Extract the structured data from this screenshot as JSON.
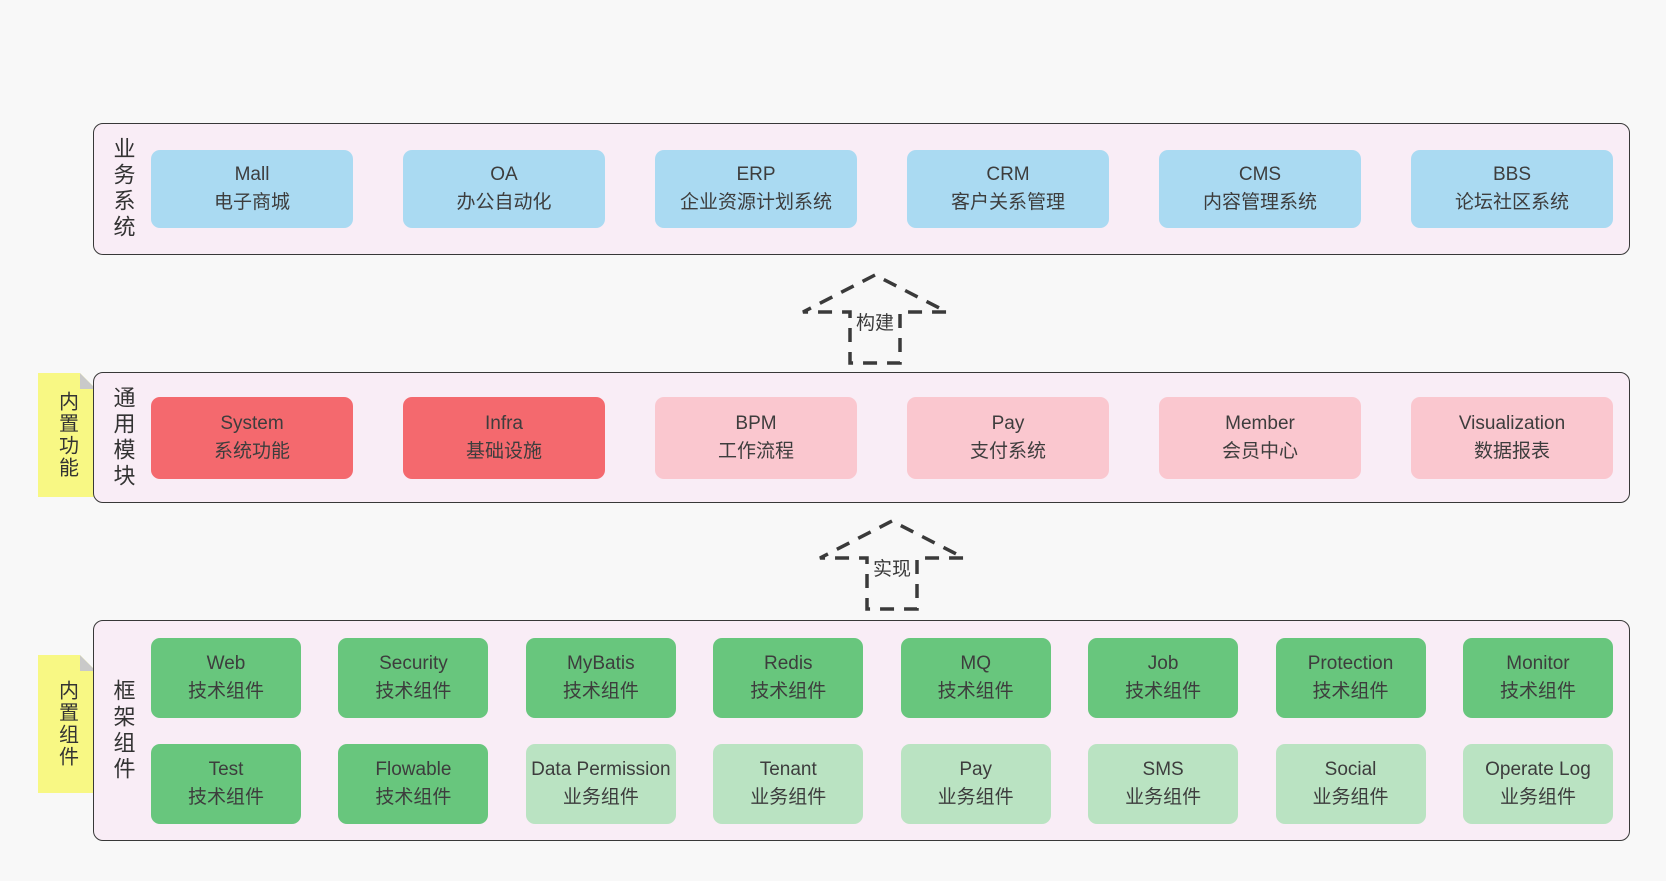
{
  "colors": {
    "page_background": "#f8f8f8",
    "container_background": "#f9edf6",
    "container_border": "#383838",
    "blue_box": "#aadaf2",
    "red_box": "#f4696e",
    "pink_box": "#fac7cf",
    "green_box": "#68c67d",
    "light_green_box": "#bae3c2",
    "sticky_yellow": "#f8f884",
    "sticky_fold_gray": "#c9c9c9",
    "text": "#3d3d3d"
  },
  "arrows": [
    {
      "label": "构建"
    },
    {
      "label": "实现"
    }
  ],
  "stickies": [
    {
      "label": "内置功能"
    },
    {
      "label": "内置组件"
    }
  ],
  "layers": [
    {
      "label": "业务系统",
      "boxes": [
        {
          "title": "Mall",
          "subtitle": "电子商城",
          "variant": "blue"
        },
        {
          "title": "OA",
          "subtitle": "办公自动化",
          "variant": "blue"
        },
        {
          "title": "ERP",
          "subtitle": "企业资源计划系统",
          "variant": "blue"
        },
        {
          "title": "CRM",
          "subtitle": "客户关系管理",
          "variant": "blue"
        },
        {
          "title": "CMS",
          "subtitle": "内容管理系统",
          "variant": "blue"
        },
        {
          "title": "BBS",
          "subtitle": "论坛社区系统",
          "variant": "blue"
        }
      ]
    },
    {
      "label": "通用模块",
      "boxes": [
        {
          "title": "System",
          "subtitle": "系统功能",
          "variant": "red"
        },
        {
          "title": "Infra",
          "subtitle": "基础设施",
          "variant": "red"
        },
        {
          "title": "BPM",
          "subtitle": "工作流程",
          "variant": "pink"
        },
        {
          "title": "Pay",
          "subtitle": "支付系统",
          "variant": "pink"
        },
        {
          "title": "Member",
          "subtitle": "会员中心",
          "variant": "pink"
        },
        {
          "title": "Visualization",
          "subtitle": "数据报表",
          "variant": "pink"
        }
      ]
    },
    {
      "label": "框架组件",
      "boxes": [
        {
          "title": "Web",
          "subtitle": "技术组件",
          "variant": "green"
        },
        {
          "title": "Security",
          "subtitle": "技术组件",
          "variant": "green"
        },
        {
          "title": "MyBatis",
          "subtitle": "技术组件",
          "variant": "green"
        },
        {
          "title": "Redis",
          "subtitle": "技术组件",
          "variant": "green"
        },
        {
          "title": "MQ",
          "subtitle": "技术组件",
          "variant": "green"
        },
        {
          "title": "Job",
          "subtitle": "技术组件",
          "variant": "green"
        },
        {
          "title": "Protection",
          "subtitle": "技术组件",
          "variant": "green"
        },
        {
          "title": "Monitor",
          "subtitle": "技术组件",
          "variant": "green"
        },
        {
          "title": "Test",
          "subtitle": "技术组件",
          "variant": "green"
        },
        {
          "title": "Flowable",
          "subtitle": "技术组件",
          "variant": "green"
        },
        {
          "title": "Data Permission",
          "subtitle": "业务组件",
          "variant": "light_green"
        },
        {
          "title": "Tenant",
          "subtitle": "业务组件",
          "variant": "light_green"
        },
        {
          "title": "Pay",
          "subtitle": "业务组件",
          "variant": "light_green"
        },
        {
          "title": "SMS",
          "subtitle": "业务组件",
          "variant": "light_green"
        },
        {
          "title": "Social",
          "subtitle": "业务组件",
          "variant": "light_green"
        },
        {
          "title": "Operate Log",
          "subtitle": "业务组件",
          "variant": "light_green"
        }
      ]
    }
  ]
}
